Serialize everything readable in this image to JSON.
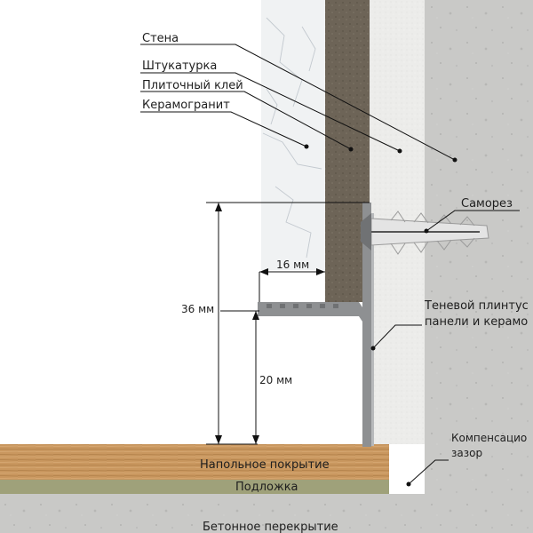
{
  "labels": {
    "wall": "Стена",
    "plaster": "Штукатурка",
    "tile_adhesive": "Плиточный клей",
    "porcelain_tile": "Керамогранит",
    "screw": "Саморез",
    "shadow_skirting_line1": "Теневой плинтус",
    "shadow_skirting_line2": "панели и керамо",
    "compensation_gap_line1": "Компенсацио",
    "compensation_gap_line2": "зазор",
    "floor_covering": "Напольное покрытие",
    "underlay": "Подложка",
    "concrete_slab": "Бетонное перекрытие"
  },
  "dimensions": {
    "width_16": "16 мм",
    "height_36": "36 мм",
    "height_20": "20 мм"
  },
  "colors": {
    "concrete": "#c8c8c6",
    "plaster": "#ededeb",
    "adhesive": "#6e6558",
    "tile": "#f1f3f4",
    "wood": "#c8965e",
    "underlay": "#9ea07a",
    "profile": "#8f9193"
  }
}
